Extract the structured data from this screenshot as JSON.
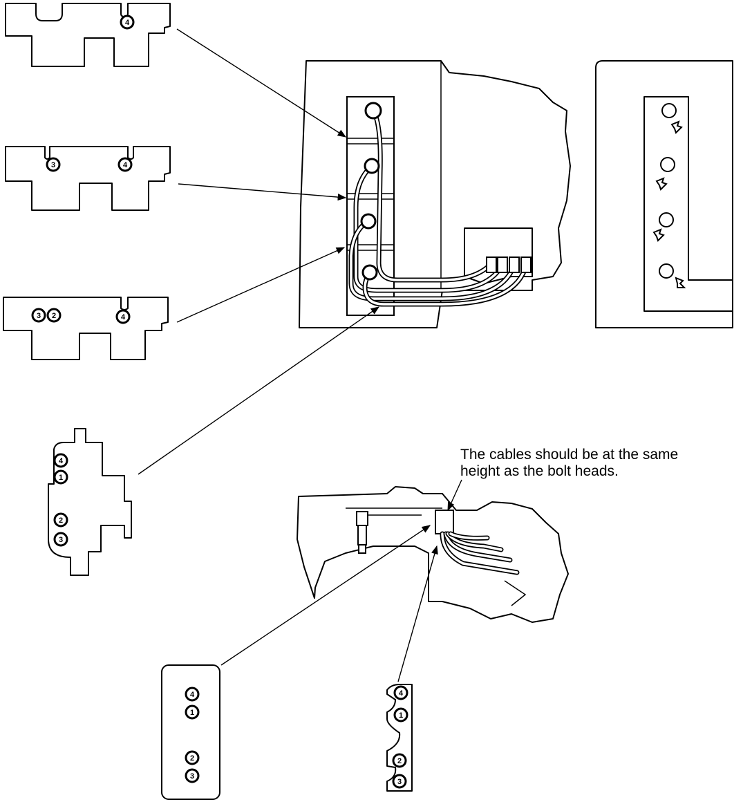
{
  "annotation": {
    "lines": [
      "The cables should be at the same",
      "height as the bolt heads."
    ]
  },
  "clamp_labels": {
    "clamp_top": [
      "4"
    ],
    "clamp_second": [
      "3",
      "4"
    ],
    "clamp_third": [
      "3",
      "2",
      "4"
    ],
    "clamp_left_vertical": [
      "4",
      "1",
      "2",
      "3"
    ],
    "clamp_bottom_rect": [
      "4",
      "1",
      "2",
      "3"
    ],
    "clamp_bottom_comb": [
      "4",
      "1",
      "2",
      "3"
    ]
  }
}
